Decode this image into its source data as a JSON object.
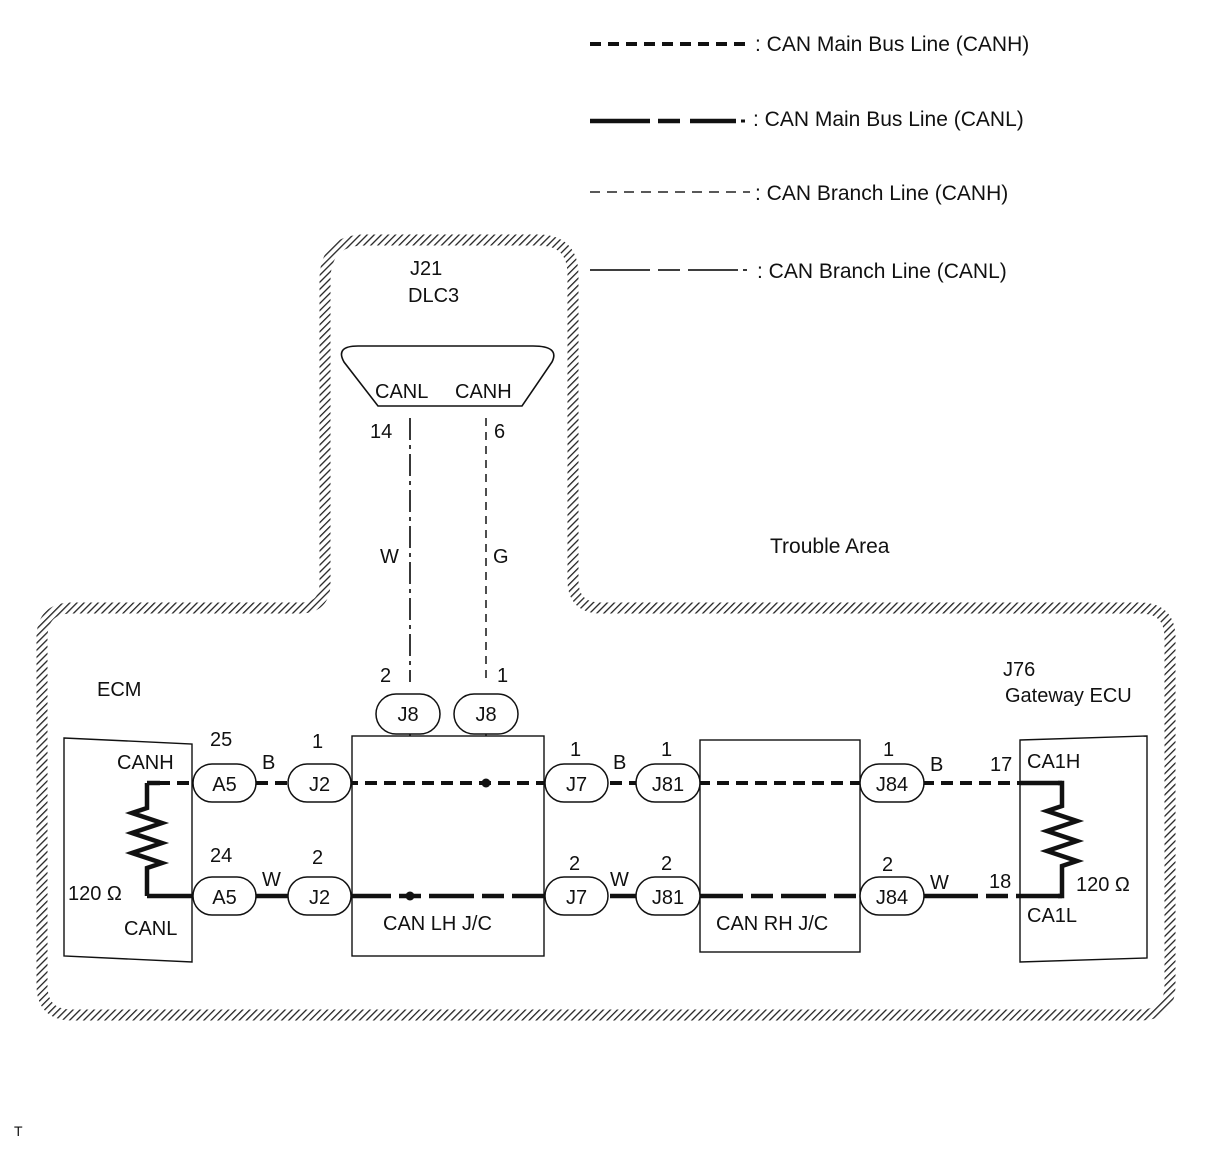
{
  "legend": [
    {
      "text": ": CAN Main Bus Line (CANH)"
    },
    {
      "text": ": CAN Main Bus Line (CANL)"
    },
    {
      "text": ": CAN Branch Line (CANH)"
    },
    {
      "text": ": CAN Branch Line (CANL)"
    }
  ],
  "trouble_area": "Trouble Area",
  "dlc3": {
    "code": "J21",
    "name": "DLC3",
    "pin_canl": "CANL",
    "pin_canh": "CANH",
    "pin_canl_no": "14",
    "pin_canh_no": "6",
    "wire_canl": "W",
    "wire_canh": "G"
  },
  "ecm": {
    "name": "ECM",
    "canh": "CANH",
    "canl": "CANL",
    "resistor": "120 Ω"
  },
  "gateway": {
    "code": "J76",
    "name": "Gateway ECU",
    "canh": "CA1H",
    "canl": "CA1L",
    "resistor": "120 Ω",
    "pin_h": "17",
    "pin_l": "18"
  },
  "lh_jc": {
    "name": "CAN LH J/C"
  },
  "rh_jc": {
    "name": "CAN RH J/C"
  },
  "connectors": {
    "a5": "A5",
    "j2": "J2",
    "j7": "J7",
    "j81": "J81",
    "j84": "J84",
    "j8": "J8"
  },
  "pins": {
    "a5_h": "25",
    "a5_l": "24",
    "j2_h": "1",
    "j2_l": "2",
    "j7_h": "1",
    "j7_l": "2",
    "j81_h": "1",
    "j81_l": "2",
    "j84_h": "1",
    "j84_l": "2",
    "j8_l": "2",
    "j8_h": "1"
  },
  "wires": {
    "b1": "B",
    "w1": "W",
    "b2": "B",
    "w2": "W",
    "b3": "B",
    "w3": "W"
  },
  "footer": "T"
}
